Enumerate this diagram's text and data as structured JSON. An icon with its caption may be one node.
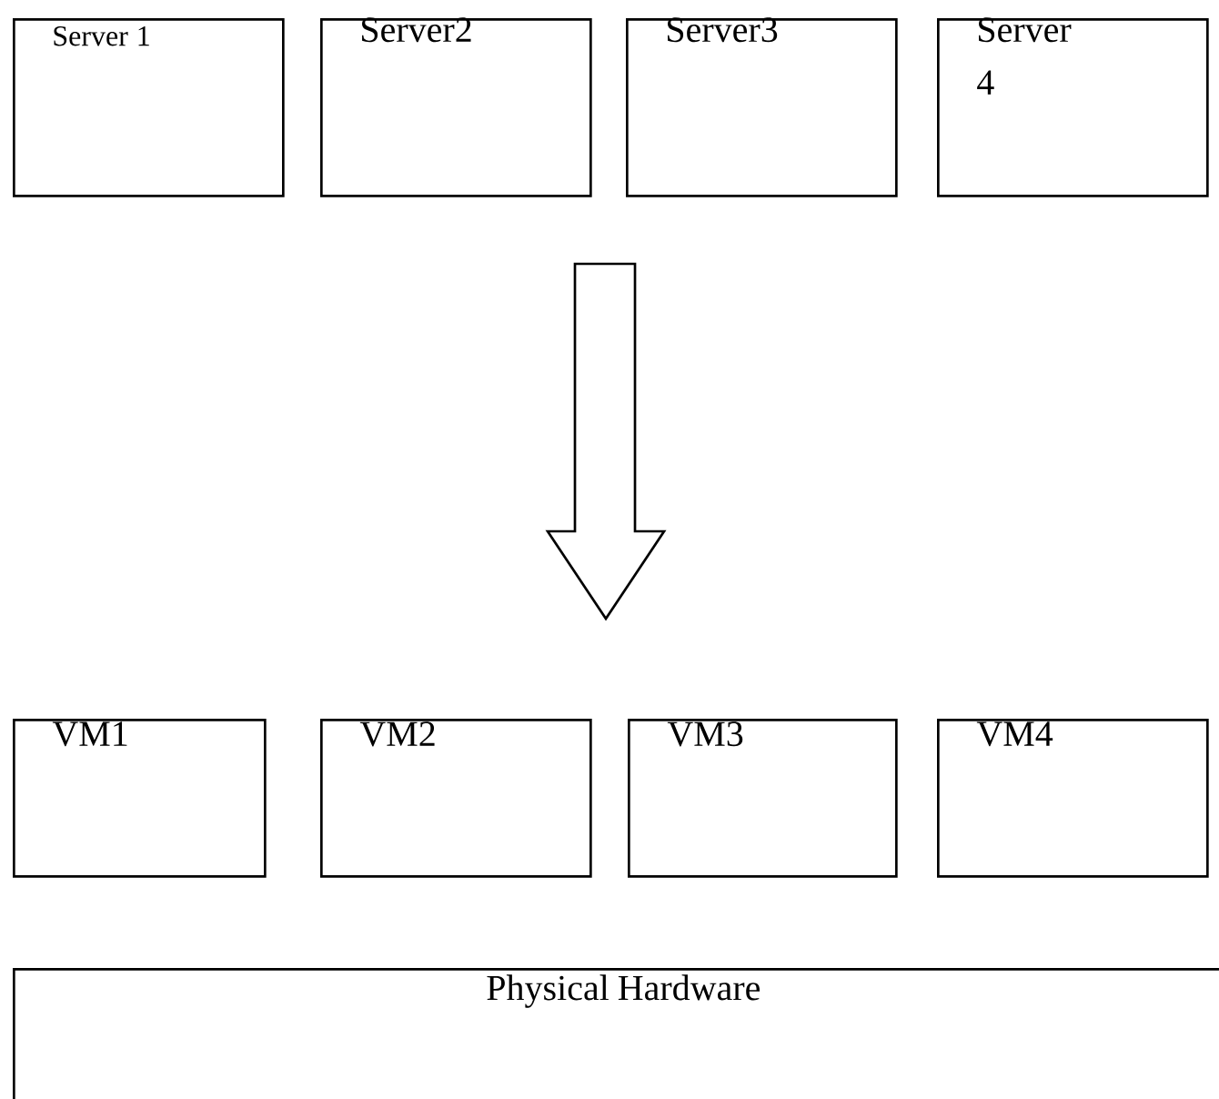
{
  "diagram": {
    "nodes": [
      {
        "text": [
          "Server 1"
        ]
      },
      {
        "text": [
          "Server2"
        ]
      },
      {
        "text": [
          "Server3"
        ]
      },
      {
        "text": [
          "Server 4"
        ]
      },
      {
        "text": [
          "VM1"
        ]
      },
      {
        "text": [
          "VM2"
        ]
      },
      {
        "text": [
          "VM3"
        ]
      },
      {
        "text": [
          "VM4"
        ]
      },
      {
        "text": [
          "Physical Hardware"
        ]
      }
    ]
  }
}
